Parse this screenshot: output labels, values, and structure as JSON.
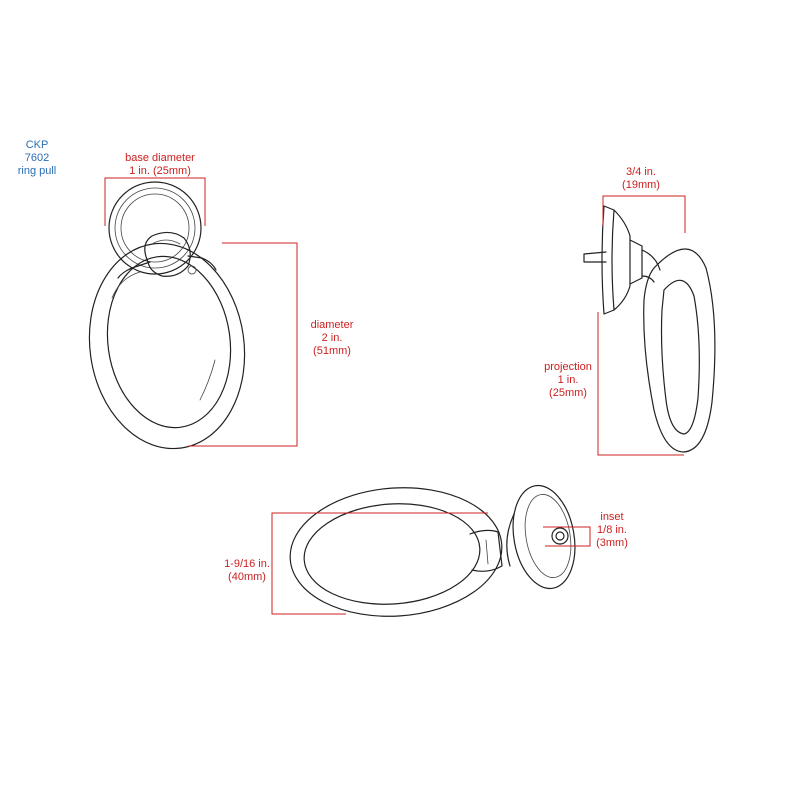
{
  "title": {
    "line1": "CKP",
    "line2": "7602",
    "line3": "ring pull"
  },
  "front_view": {
    "base_diameter": {
      "line1": "base diameter",
      "line2": "1 in. (25mm)"
    },
    "diameter": {
      "line1": "diameter",
      "line2": "2 in.",
      "line3": "(51mm)"
    }
  },
  "side_view": {
    "base_width": {
      "line1": "3/4 in.",
      "line2": "(19mm)"
    },
    "projection": {
      "line1": "projection",
      "line2": "1 in.",
      "line3": "(25mm)"
    }
  },
  "perspective_view": {
    "height": {
      "line1": "1-9/16 in.",
      "line2": "(40mm)"
    },
    "inset": {
      "line1": "inset",
      "line2": "1/8 in.",
      "line3": "(3mm)"
    }
  },
  "colors": {
    "dimension": "#cc1f1f",
    "title": "#2a6db3",
    "ink": "#222222"
  }
}
